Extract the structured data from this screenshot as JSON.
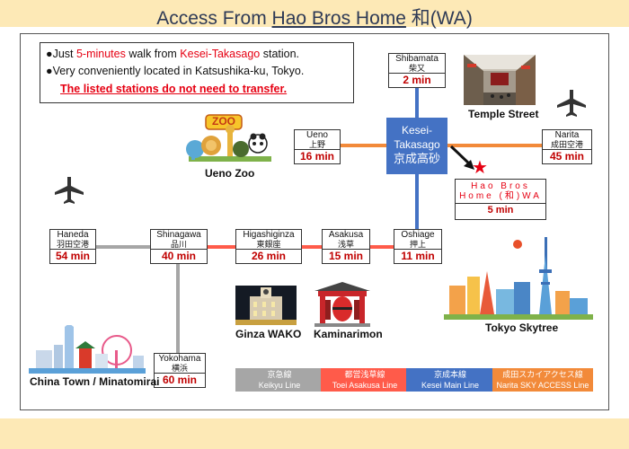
{
  "title": {
    "prefix": "Access From ",
    "underlined": "Hao Bros Home",
    "suffix": " 和(WA)"
  },
  "info": {
    "bullet": "●",
    "line1_a": "Just ",
    "line1_b": "5-minutes",
    "line1_c": " walk from ",
    "line1_d": "Kesei-Takasago",
    "line1_e": " station.",
    "line2": "Very conveniently located in Katsushika-ku, Tokyo.",
    "line3": "The listed stations do not need to transfer."
  },
  "hub": {
    "line1": "Kesei-",
    "line2": "Takasago",
    "line3": "京成高砂"
  },
  "destination": {
    "name1": "Hao Bros",
    "name2": "Home (和)WA",
    "time": "5 min"
  },
  "stations": {
    "shibamata": {
      "en": "Shibamata",
      "ja": "柴又",
      "time": "2 min"
    },
    "ueno": {
      "en": "Ueno",
      "ja": "上野",
      "time": "16 min"
    },
    "narita": {
      "en": "Narita",
      "ja": "成田空港",
      "time": "45 min"
    },
    "haneda": {
      "en": "Haneda",
      "ja": "羽田空港",
      "time": "54 min"
    },
    "shinagawa": {
      "en": "Shinagawa",
      "ja": "品川",
      "time": "40 min"
    },
    "higashiginza": {
      "en": "Higashiginza",
      "ja": "東銀座",
      "time": "26 min"
    },
    "asakusa": {
      "en": "Asakusa",
      "ja": "浅草",
      "time": "15 min"
    },
    "oshiage": {
      "en": "Oshiage",
      "ja": "押上",
      "time": "11 min"
    },
    "yokohama": {
      "en": "Yokohama",
      "ja": "横浜",
      "time": "60 min"
    }
  },
  "captions": {
    "temple_street": "Temple Street",
    "ueno_zoo": "Ueno Zoo",
    "zoo_sign": "ZOO",
    "ginza_wako": "Ginza WAKO",
    "kaminarimon": "Kaminarimon",
    "tokyo_skytree": "Tokyo Skytree",
    "china_town": "China Town / Minatomirai"
  },
  "legend": [
    {
      "ja": "京急線",
      "en": "Keikyu Line",
      "color": "#a6a6a6"
    },
    {
      "ja": "都営浅草線",
      "en": "Toei Asakusa Line",
      "color": "#ff5b4a"
    },
    {
      "ja": "京成本線",
      "en": "Kesei Main Line",
      "color": "#4472c4"
    },
    {
      "ja": "成田スカイアクセス線",
      "en": "Narita SKY ACCESS Line",
      "color": "#f28a3a"
    }
  ],
  "colors": {
    "keikyu": "#a6a6a6",
    "asakusa": "#ff5b4a",
    "kesei": "#4472c4",
    "narita": "#f28a3a",
    "accent_red": "#e60012",
    "band": "#fde9b6"
  }
}
